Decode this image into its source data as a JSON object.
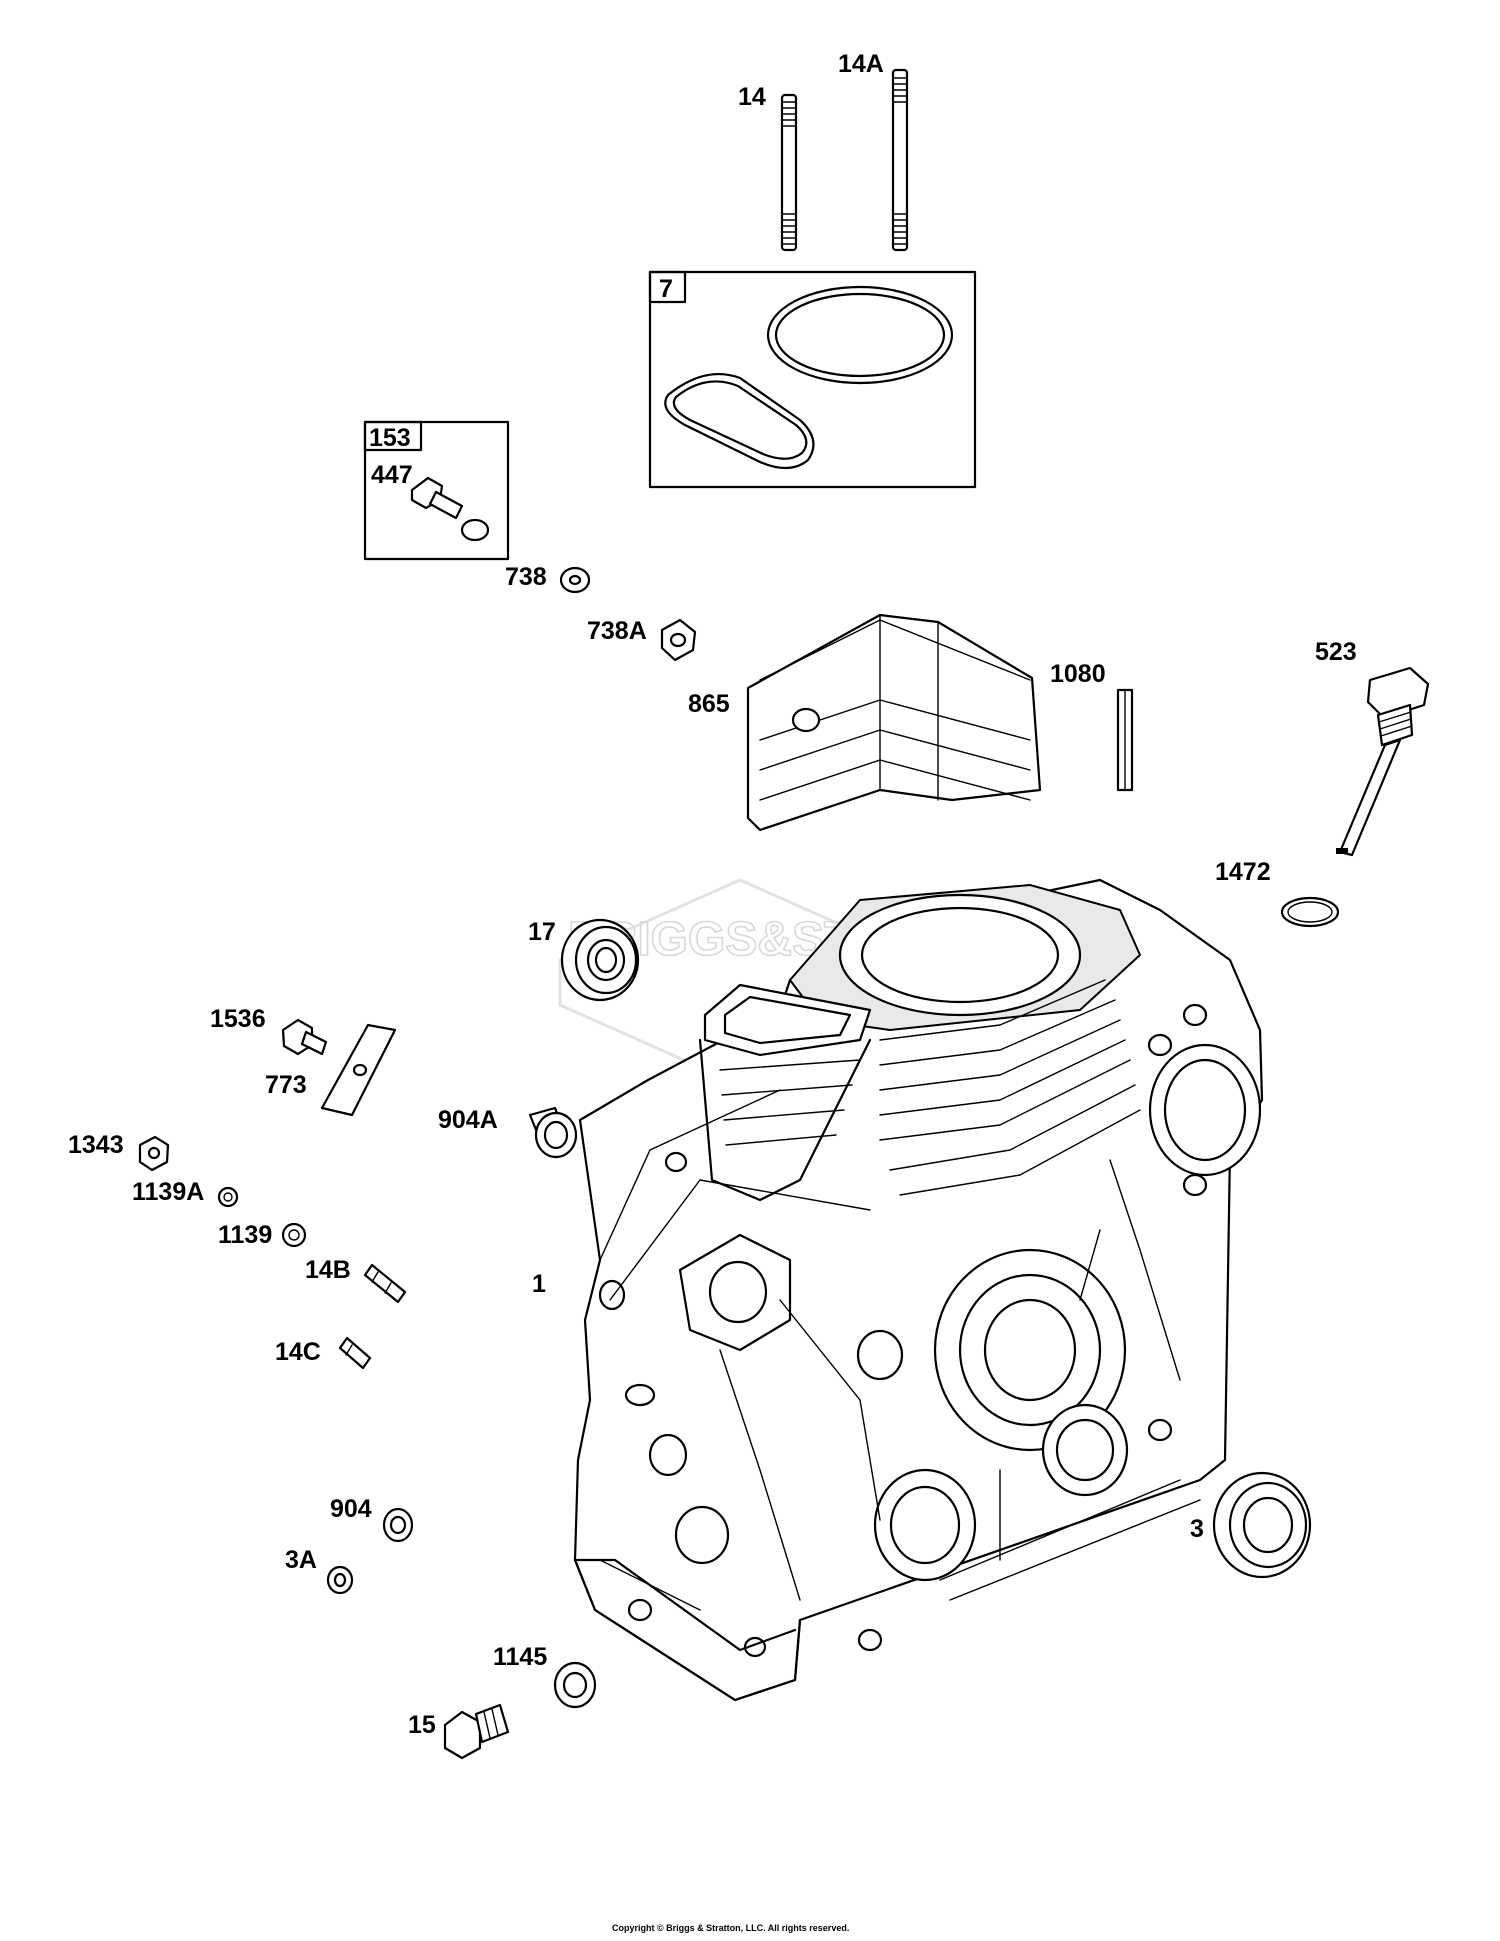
{
  "callouts": {
    "c14": "14",
    "c14a": "14A",
    "c7": "7",
    "c153": "153",
    "c447": "447",
    "c738": "738",
    "c738a": "738A",
    "c865": "865",
    "c1080": "1080",
    "c523": "523",
    "c1472": "1472",
    "c17": "17",
    "c1536": "1536",
    "c773": "773",
    "c904a": "904A",
    "c1343": "1343",
    "c1139a": "1139A",
    "c1139": "1139",
    "c14b": "14B",
    "c1": "1",
    "c14c": "14C",
    "c904": "904",
    "c3a": "3A",
    "c3": "3",
    "c1145": "1145",
    "c15": "15"
  },
  "watermark": "BRIGGS&STRATTON",
  "copyright": "Copyright © Briggs & Stratton, LLC. All rights reserved."
}
